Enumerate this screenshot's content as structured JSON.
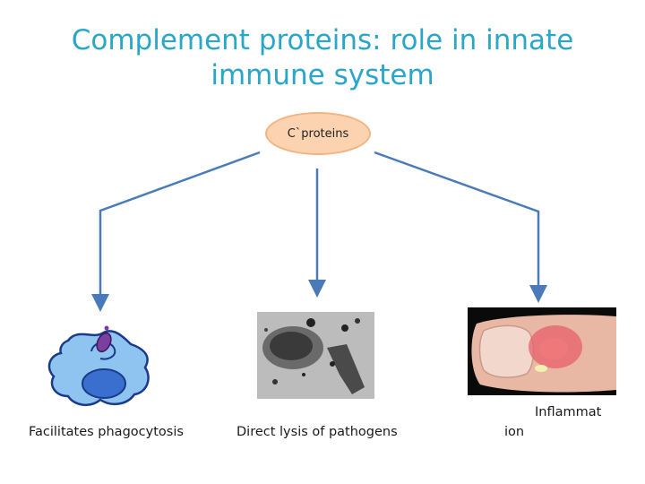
{
  "title_line1": "Complement proteins: role in innate",
  "title_line2": "immune system",
  "root_node": "C`proteins",
  "branches": [
    {
      "caption": "Facilitates phagocytosis",
      "image": "phagocyte-engulfing-bacterium"
    },
    {
      "caption": "Direct lysis of pathogens",
      "image": "electron-micrograph-lysed-cell"
    },
    {
      "caption_part1": "Inflammat",
      "caption_part2": "ion",
      "image": "inflamed-finger-photo"
    }
  ],
  "colors": {
    "title": "#2aa6c9",
    "connector": "#4a7ab8",
    "node_fill": "#fbd3b0",
    "node_border": "#f3b382"
  }
}
